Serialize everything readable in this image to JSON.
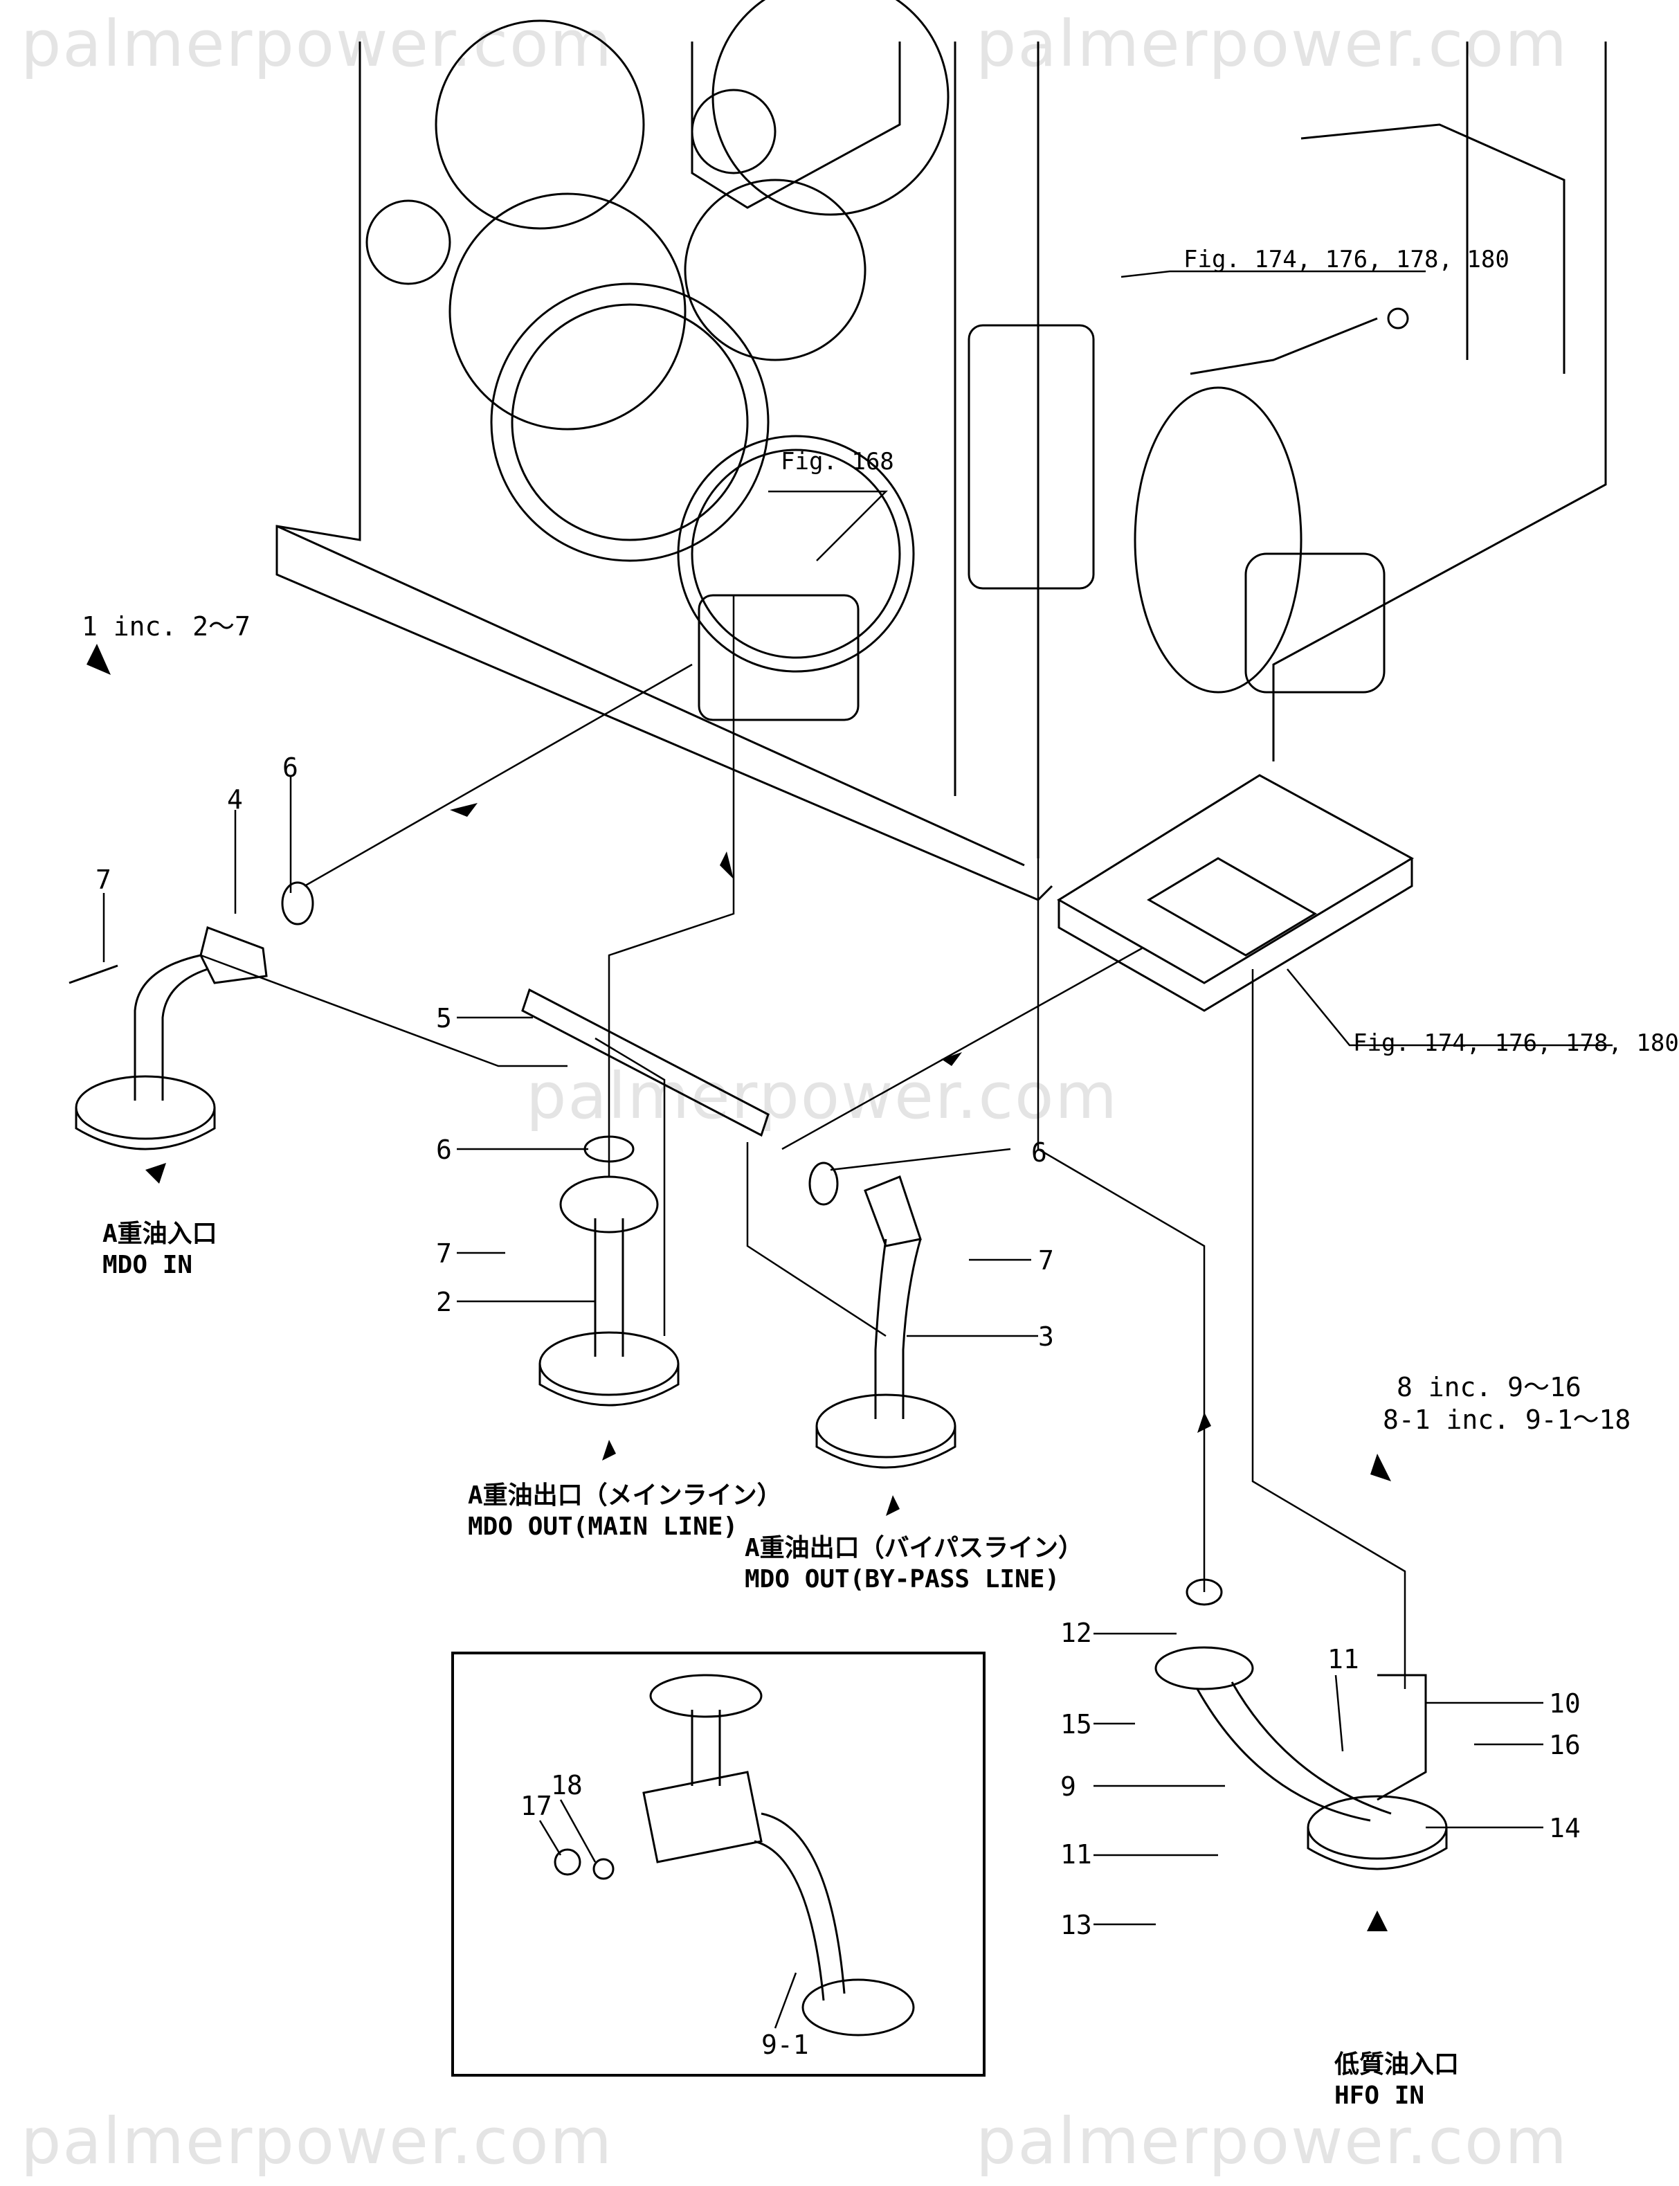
{
  "watermark": "palmerpower.com",
  "figure_refs": {
    "top_right": "Fig. 174, 176, 178, 180",
    "center": "Fig. 168",
    "mid_right": "Fig. 174, 176, 178, 180"
  },
  "assemblies": {
    "left": "1 inc. 2～7",
    "right_line1": "8 inc. 9～16",
    "right_line2": "8-1 inc. 9-1～18"
  },
  "part_numbers": [
    "2",
    "3",
    "4",
    "5",
    "6",
    "6",
    "6",
    "7",
    "7",
    "7",
    "9",
    "9-1",
    "10",
    "11",
    "11",
    "12",
    "13",
    "14",
    "15",
    "16",
    "17",
    "18"
  ],
  "captions": {
    "mdo_in_jp": "A重油入口",
    "mdo_in_en": "MDO IN",
    "mdo_out_main_jp": "A重油出口（メインライン）",
    "mdo_out_main_en": "MDO OUT(MAIN LINE)",
    "mdo_out_bypass_jp": "A重油出口（バイパスライン）",
    "mdo_out_bypass_en": "MDO OUT(BY-PASS LINE)",
    "hfo_in_jp": "低質油入口",
    "hfo_in_en": "HFO IN"
  }
}
